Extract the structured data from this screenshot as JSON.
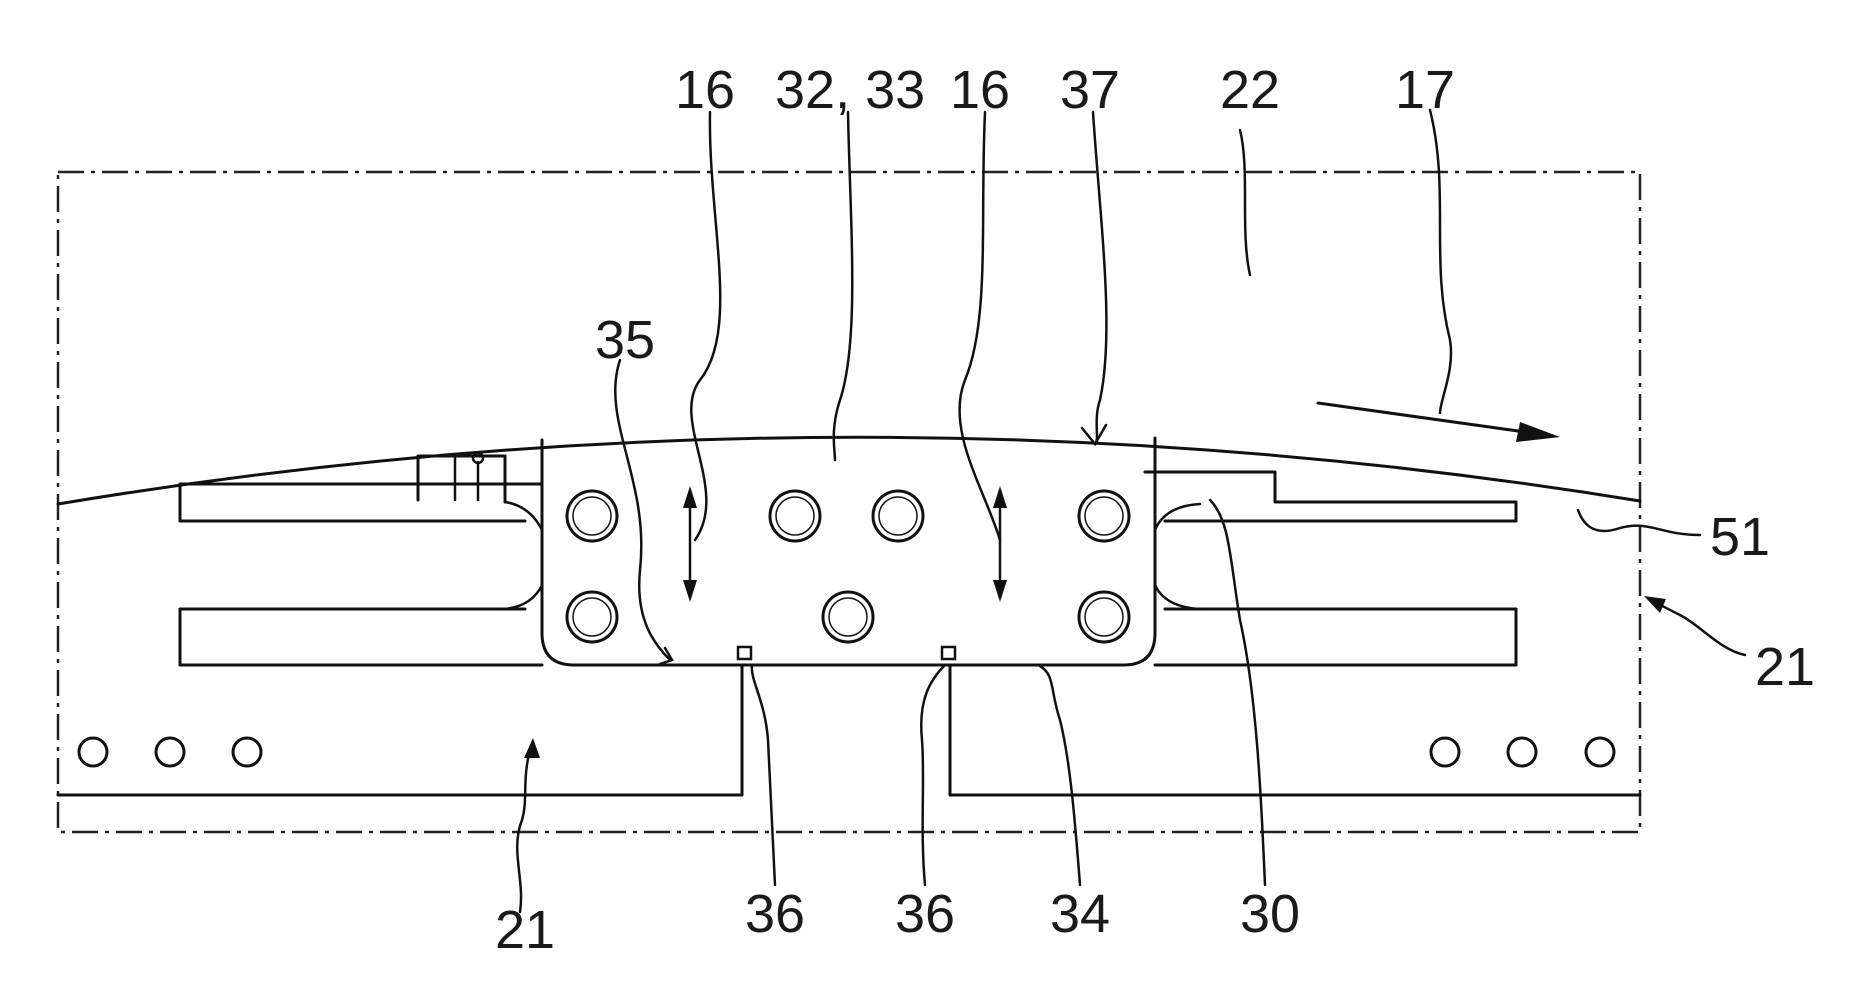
{
  "figure": {
    "labels": {
      "l16a": "16",
      "l3233": "32, 33",
      "l16b": "16",
      "l37": "37",
      "l22": "22",
      "l17": "17",
      "l35": "35",
      "l51": "51",
      "l21r": "21",
      "l21b": "21",
      "l36a": "36",
      "l36b": "36",
      "l34": "34",
      "l30": "30"
    }
  }
}
